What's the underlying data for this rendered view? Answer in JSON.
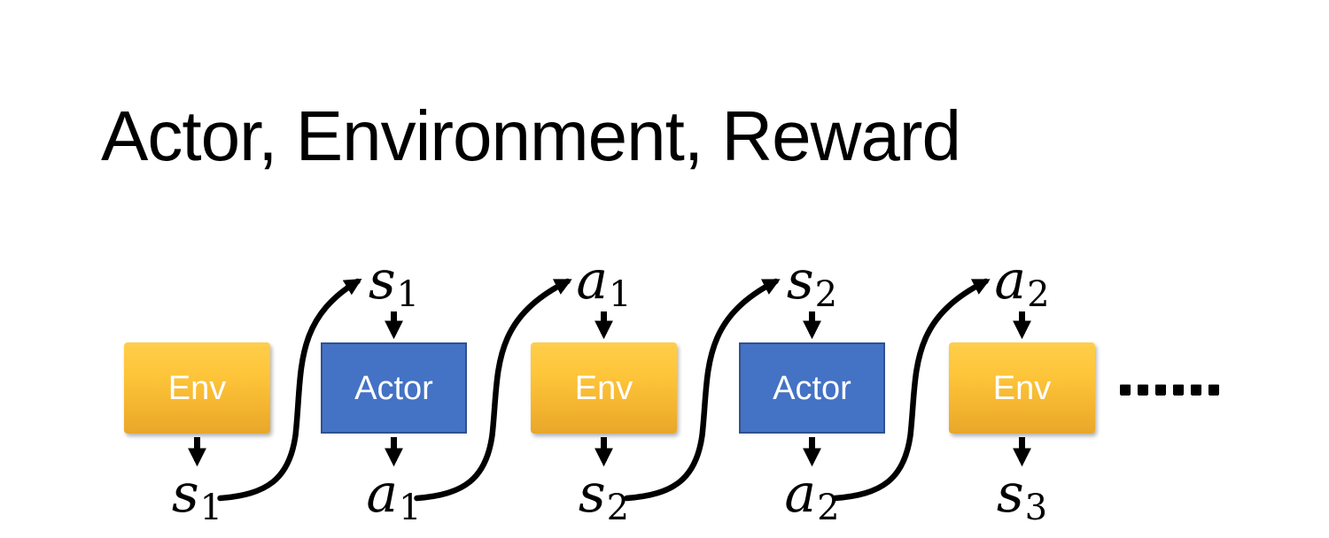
{
  "slide": {
    "title": "Actor, Environment, Reward",
    "ellipsis": "……"
  },
  "diagram": {
    "boxes": [
      {
        "id": "env-1",
        "label": "Env",
        "type": "env"
      },
      {
        "id": "actor-1",
        "label": "Actor",
        "type": "actor"
      },
      {
        "id": "env-2",
        "label": "Env",
        "type": "env"
      },
      {
        "id": "actor-2",
        "label": "Actor",
        "type": "actor"
      },
      {
        "id": "env-3",
        "label": "Env",
        "type": "env"
      }
    ],
    "top_labels": [
      {
        "var": "s",
        "sub": "1"
      },
      {
        "var": "a",
        "sub": "1"
      },
      {
        "var": "s",
        "sub": "2"
      },
      {
        "var": "a",
        "sub": "2"
      }
    ],
    "bottom_labels": [
      {
        "var": "s",
        "sub": "1"
      },
      {
        "var": "a",
        "sub": "1"
      },
      {
        "var": "s",
        "sub": "2"
      },
      {
        "var": "a",
        "sub": "2"
      },
      {
        "var": "s",
        "sub": "3"
      }
    ],
    "colors": {
      "env_gradient_top": "#FFCE4B",
      "env_gradient_bottom": "#E8A72A",
      "actor_fill": "#4472C4",
      "actor_border": "#2F528F",
      "arrow": "#000000",
      "box_text": "#FFFFFF",
      "title_text": "#000000"
    }
  }
}
